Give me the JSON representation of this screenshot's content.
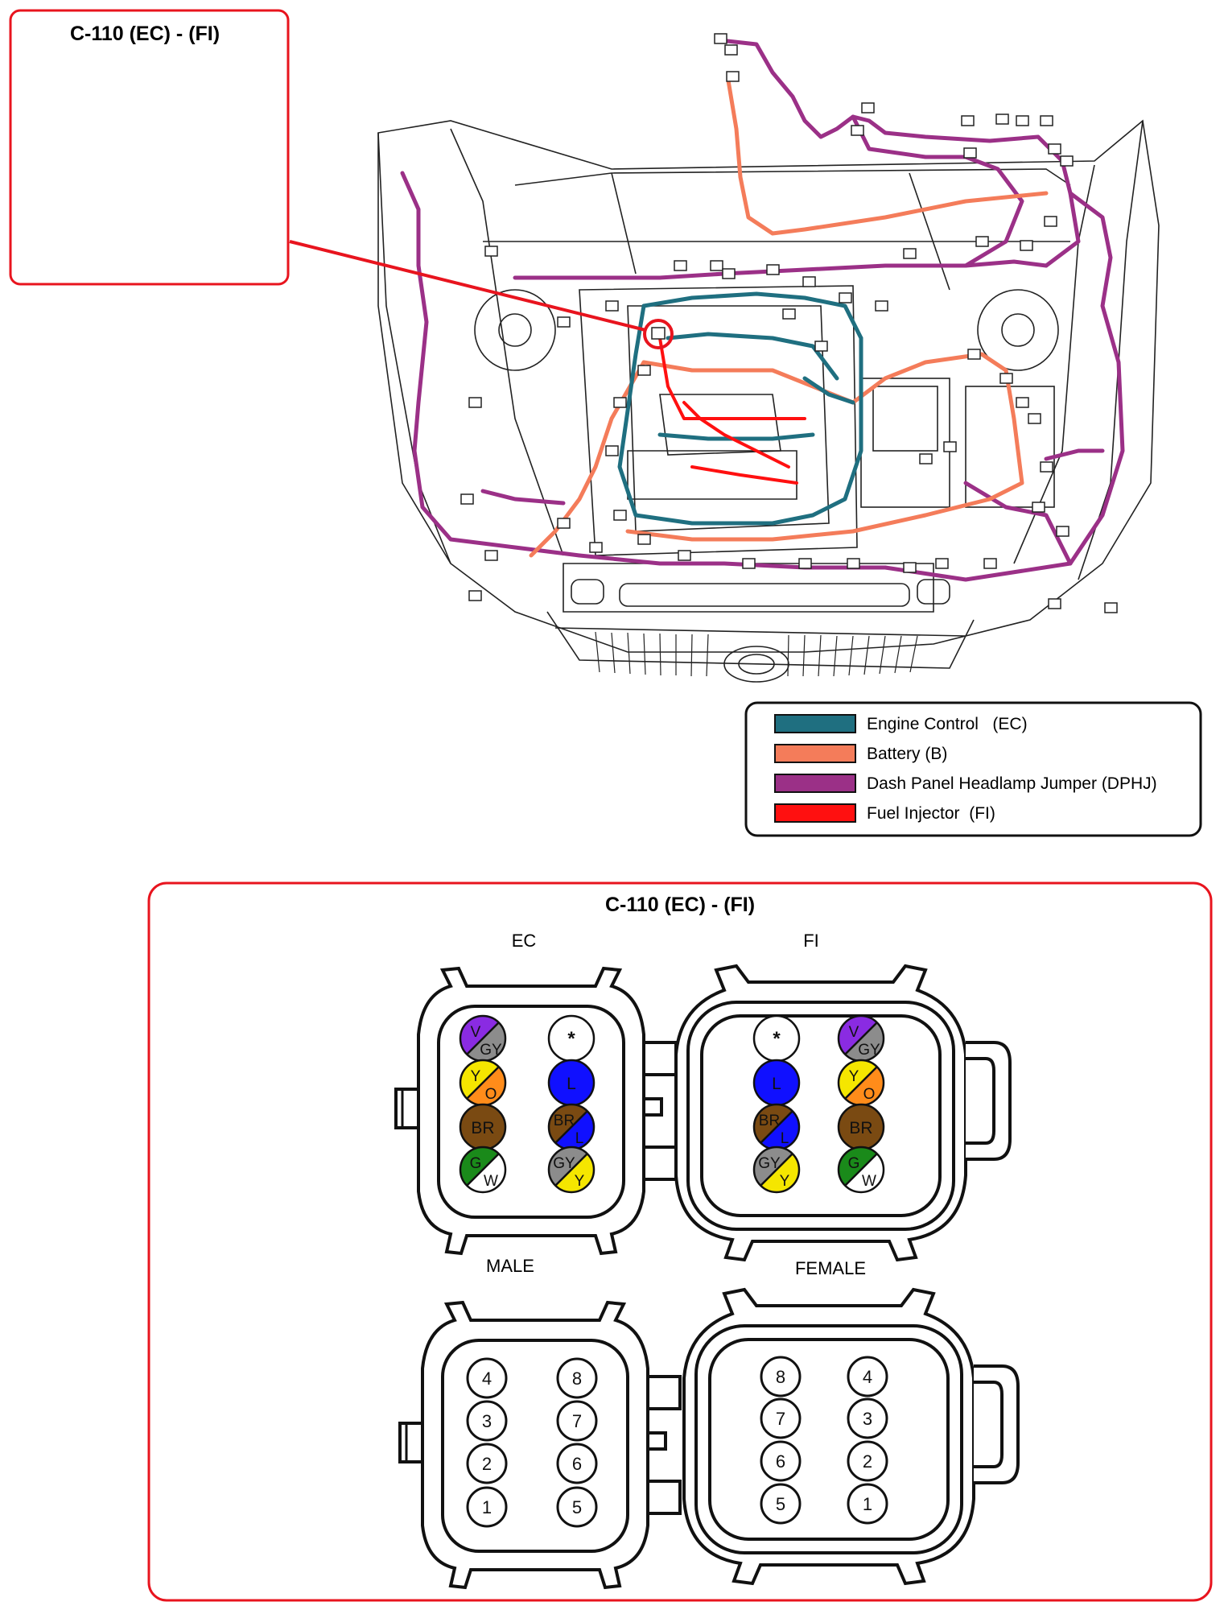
{
  "title": "C-110 (EC) - (FI)",
  "connectors": {
    "ec_label": "EC",
    "fi_label": "FI",
    "male_label": "MALE",
    "female_label": "FEMALE",
    "ec_pins": [
      {
        "a": "V",
        "b": "GY",
        "c1": "#8a2be2",
        "c2": "#8c8c8c"
      },
      {
        "a": "*",
        "b": "",
        "c1": "#ffffff",
        "c2": "#ffffff"
      },
      {
        "a": "Y",
        "b": "O",
        "c1": "#f5e600",
        "c2": "#ff8c1a"
      },
      {
        "a": "L",
        "b": "",
        "c1": "#1010ff",
        "c2": "#1010ff"
      },
      {
        "a": "BR",
        "b": "",
        "c1": "#7a4a12",
        "c2": "#7a4a12"
      },
      {
        "a": "BR",
        "b": "L",
        "c1": "#7a4a12",
        "c2": "#1010ff"
      },
      {
        "a": "G",
        "b": "W",
        "c1": "#1a8a1a",
        "c2": "#ffffff"
      },
      {
        "a": "GY",
        "b": "Y",
        "c1": "#8c8c8c",
        "c2": "#f5e600"
      }
    ],
    "fi_pins": [
      {
        "a": "*",
        "b": "",
        "c1": "#ffffff",
        "c2": "#ffffff"
      },
      {
        "a": "V",
        "b": "GY",
        "c1": "#8a2be2",
        "c2": "#8c8c8c"
      },
      {
        "a": "L",
        "b": "",
        "c1": "#1010ff",
        "c2": "#1010ff"
      },
      {
        "a": "Y",
        "b": "O",
        "c1": "#f5e600",
        "c2": "#ff8c1a"
      },
      {
        "a": "BR",
        "b": "L",
        "c1": "#7a4a12",
        "c2": "#1010ff"
      },
      {
        "a": "BR",
        "b": "",
        "c1": "#7a4a12",
        "c2": "#7a4a12"
      },
      {
        "a": "GY",
        "b": "Y",
        "c1": "#8c8c8c",
        "c2": "#f5e600"
      },
      {
        "a": "G",
        "b": "W",
        "c1": "#1a8a1a",
        "c2": "#ffffff"
      }
    ],
    "male_pins": [
      "4",
      "8",
      "3",
      "7",
      "2",
      "6",
      "1",
      "5"
    ],
    "female_pins": [
      "8",
      "4",
      "7",
      "3",
      "6",
      "2",
      "5",
      "1"
    ]
  },
  "legend": [
    {
      "label": "Engine Control   (EC)",
      "color": "#1f6f80"
    },
    {
      "label": "Battery (B)",
      "color": "#f47c5a"
    },
    {
      "label": "Dash Panel Headlamp Jumper (DPHJ)",
      "color": "#9b3087"
    },
    {
      "label": "Fuel Injector  (FI)",
      "color": "#ff1010"
    }
  ],
  "colors": {
    "callout_border": "#e8141e",
    "engine_control": "#1f6f80",
    "battery": "#f47c5a",
    "dphj": "#9b3087",
    "fuel_injector": "#ff1010"
  }
}
